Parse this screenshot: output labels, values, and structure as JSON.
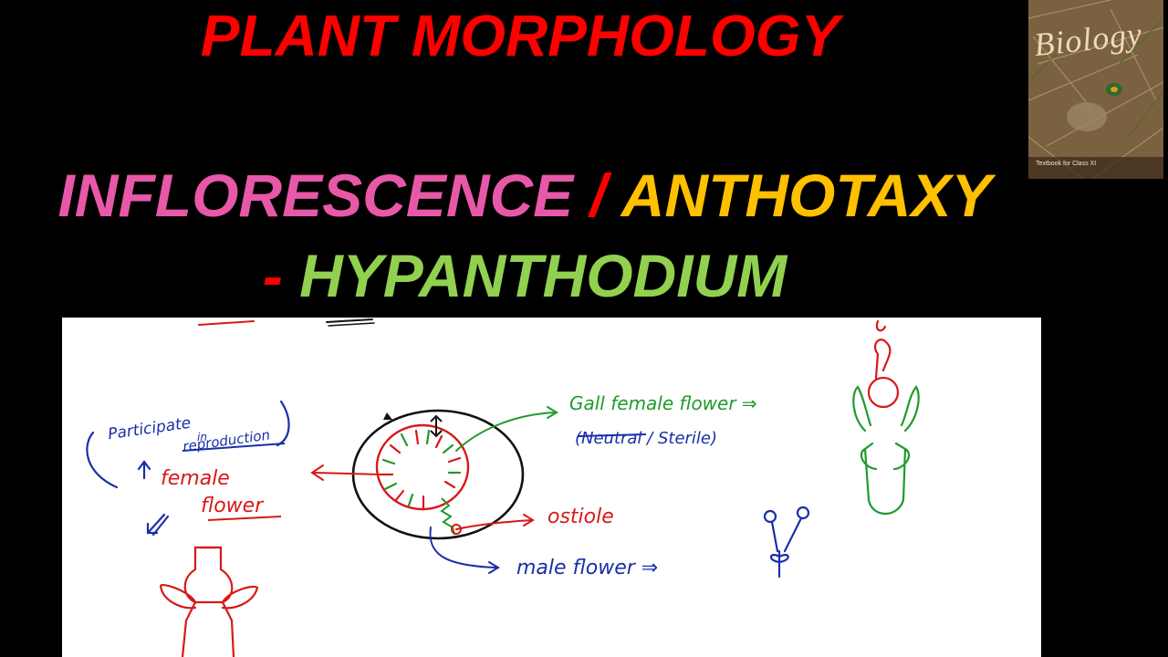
{
  "titles": {
    "line1": "PLANT MORPHOLOGY",
    "line2_part1": "INFLORESCENCE",
    "line2_sep": " / ",
    "line2_part2": "ANTHOTAXY",
    "line3_dash": "- ",
    "line3_text": "HYPANTHODIUM"
  },
  "book": {
    "title": "Biology",
    "subtitle": "Textbook for Class XI"
  },
  "diagram": {
    "participate": "Participate",
    "in": "in",
    "reproduction": "reproduction",
    "female": "female",
    "flower": "flower",
    "gall_label": "Gall female flower ⇒",
    "gall_sub": "(Neutral / Sterile)",
    "ostiole": "ostiole",
    "male_flower": "male flower ⇒"
  },
  "colors": {
    "red": "#ff0000",
    "pink": "#e858a8",
    "yellow": "#ffc000",
    "green": "#92d050",
    "ink_blue": "#1a2fa8",
    "ink_red": "#d81818",
    "ink_green": "#1f9a2c",
    "ink_black": "#111111"
  }
}
